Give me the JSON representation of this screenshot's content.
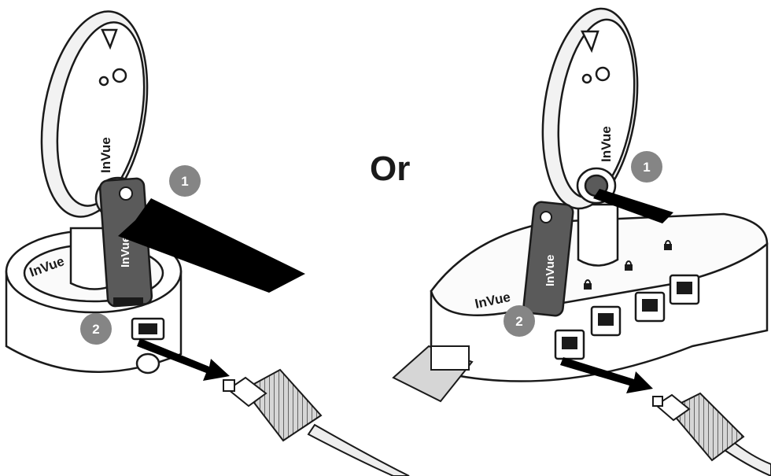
{
  "separator_text": "Or",
  "brand": "InVue",
  "steps": [
    {
      "label": "1"
    },
    {
      "label": "2"
    }
  ],
  "colors": {
    "outline": "#1a1a1a",
    "arrow": "#000000",
    "usb_key": "#5a5a5a",
    "step_badge": "#858585",
    "cable": "#d6d6d6"
  }
}
